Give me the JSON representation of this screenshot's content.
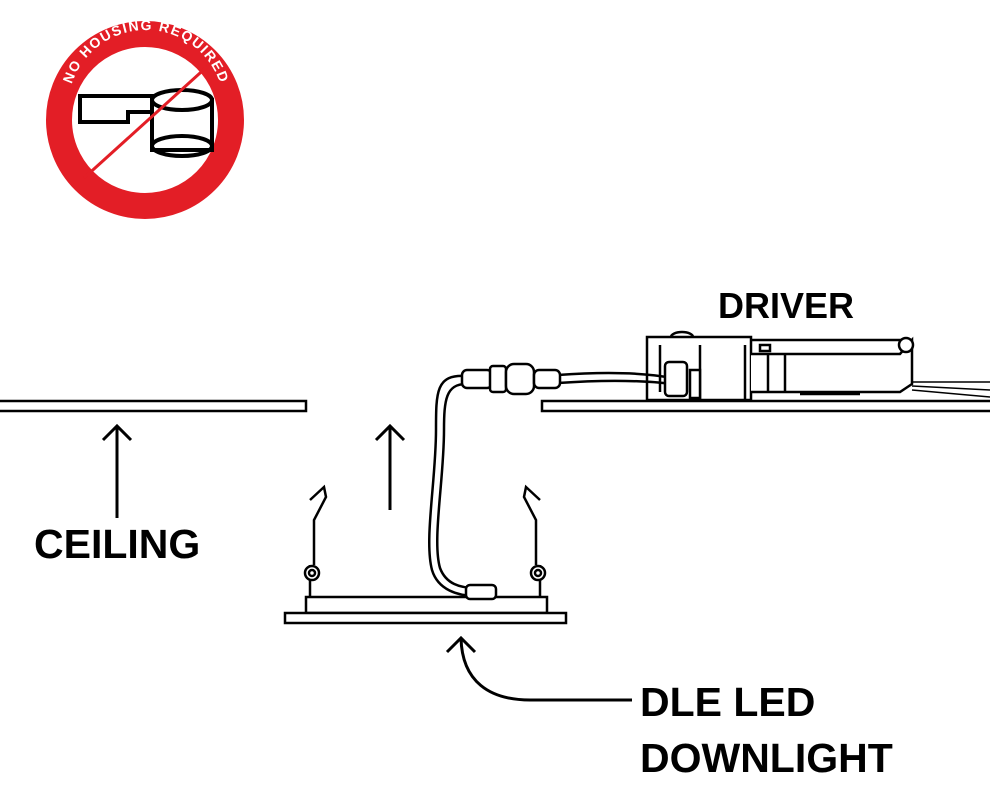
{
  "badge": {
    "text": "NO HOUSING REQUIRED",
    "ring_color": "#e31e26"
  },
  "labels": {
    "driver": "DRIVER",
    "ceiling": "CEILING",
    "downlight_line1": "DLE LED",
    "downlight_line2": "DOWNLIGHT"
  },
  "colors": {
    "line": "#000000",
    "background": "#ffffff"
  }
}
